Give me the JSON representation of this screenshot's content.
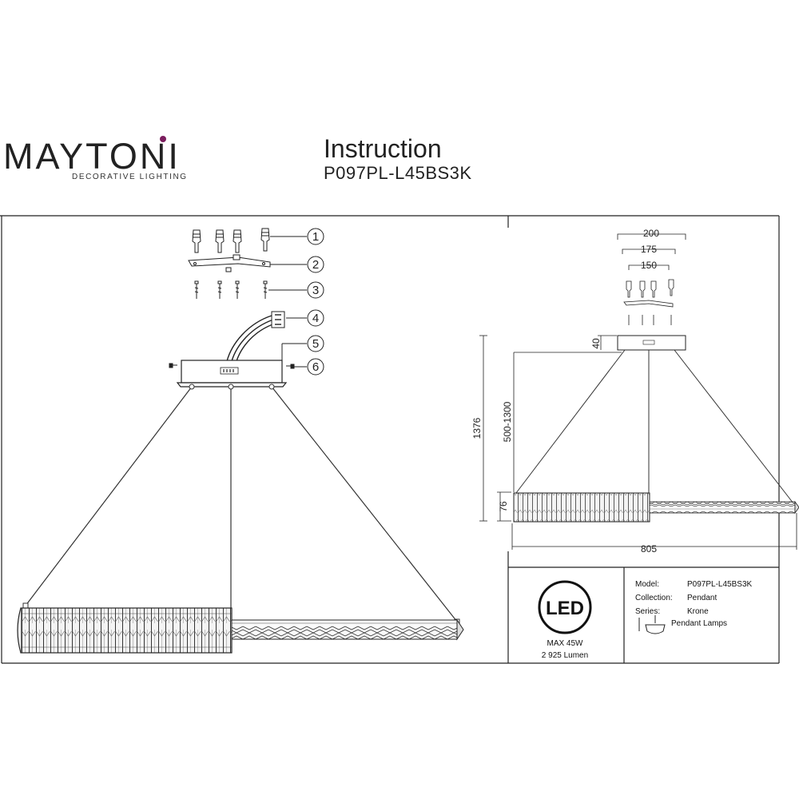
{
  "header": {
    "brand": "MAYTONI",
    "brand_subtitle": "DECORATIVE LIGHTING",
    "title": "Instruction",
    "model_code": "P097PL-L45BS3K",
    "brand_accent_color": "#7b1d5e"
  },
  "parts_callouts": [
    "1",
    "2",
    "3",
    "4",
    "5",
    "6"
  ],
  "dimensions": {
    "canopy_width": "200",
    "mount_width": "175",
    "hole_spacing": "150",
    "canopy_height": "40",
    "total_height": "1376",
    "suspension_range": "500-1300",
    "ring_height": "76",
    "diameter": "805"
  },
  "spec": {
    "led_logo": "LED",
    "max_power": "MAX 45W",
    "lumen": "2 925 Lumen",
    "model_label": "Model:",
    "model_value": "P097PL-L45BS3K",
    "collection_label": "Collection:",
    "collection_value": "Pendant",
    "series_label": "Series:",
    "series_value": "Krone",
    "type_value": "Pendant Lamps"
  }
}
